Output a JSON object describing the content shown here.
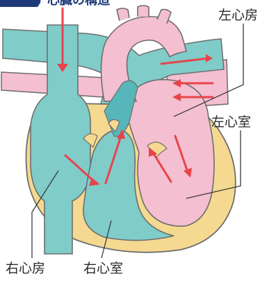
{
  "diagram": {
    "title_fragment": "心臓の構造",
    "labels": {
      "left_atrium": "左心房",
      "left_ventricle": "左心室",
      "right_atrium": "右心房",
      "right_ventricle": "右心室"
    }
  },
  "colors": {
    "vein_blue": "#7fccc9",
    "deep_blue": "#57b6b9",
    "artery_pink": "#f4bfd0",
    "muscle_yellow": "#f5d990",
    "arrow_red": "#e8434a",
    "title_navy": "#1e3a78"
  }
}
